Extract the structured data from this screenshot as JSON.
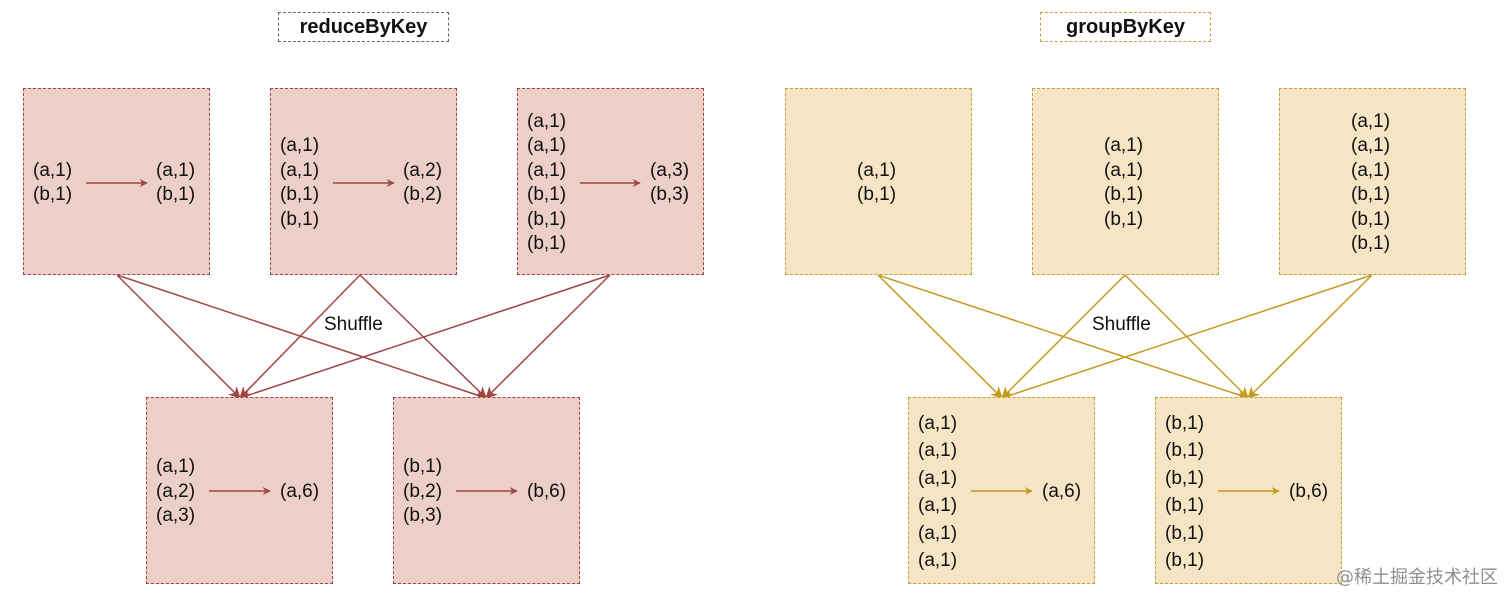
{
  "left": {
    "title": "reduceByKey",
    "shuffle_label": "Shuffle",
    "colors": {
      "fill": "#ecd0c8",
      "border": "#a04444",
      "arrow": "#a04444"
    },
    "top_boxes": [
      {
        "inputs": [
          "(a,1)",
          "(b,1)"
        ],
        "outputs": [
          "(a,1)",
          "(b,1)"
        ]
      },
      {
        "inputs": [
          "(a,1)",
          "(a,1)",
          "(b,1)",
          "(b,1)"
        ],
        "outputs": [
          "(a,2)",
          "(b,2)"
        ]
      },
      {
        "inputs": [
          "(a,1)",
          "(a,1)",
          "(a,1)",
          "(b,1)",
          "(b,1)",
          "(b,1)"
        ],
        "outputs": [
          "(a,3)",
          "(b,3)"
        ]
      }
    ],
    "bottom_boxes": [
      {
        "inputs": [
          "(a,1)",
          "(a,2)",
          "(a,3)"
        ],
        "outputs": [
          "(a,6)"
        ]
      },
      {
        "inputs": [
          "(b,1)",
          "(b,2)",
          "(b,3)"
        ],
        "outputs": [
          "(b,6)"
        ]
      }
    ]
  },
  "right": {
    "title": "groupByKey",
    "shuffle_label": "Shuffle",
    "colors": {
      "fill": "#f6e5c5",
      "border": "#c4a23a",
      "arrow": "#c49a1e"
    },
    "top_boxes": [
      {
        "inputs": [
          "(a,1)",
          "(b,1)"
        ]
      },
      {
        "inputs": [
          "(a,1)",
          "(a,1)",
          "(b,1)",
          "(b,1)"
        ]
      },
      {
        "inputs": [
          "(a,1)",
          "(a,1)",
          "(a,1)",
          "(b,1)",
          "(b,1)",
          "(b,1)"
        ]
      }
    ],
    "bottom_boxes": [
      {
        "inputs": [
          "(a,1)",
          "(a,1)",
          "(a,1)",
          "(a,1)",
          "(a,1)",
          "(a,1)"
        ],
        "outputs": [
          "(a,6)"
        ]
      },
      {
        "inputs": [
          "(b,1)",
          "(b,1)",
          "(b,1)",
          "(b,1)",
          "(b,1)",
          "(b,1)"
        ],
        "outputs": [
          "(b,6)"
        ]
      }
    ]
  },
  "watermark": "@稀土掘金技术社区"
}
